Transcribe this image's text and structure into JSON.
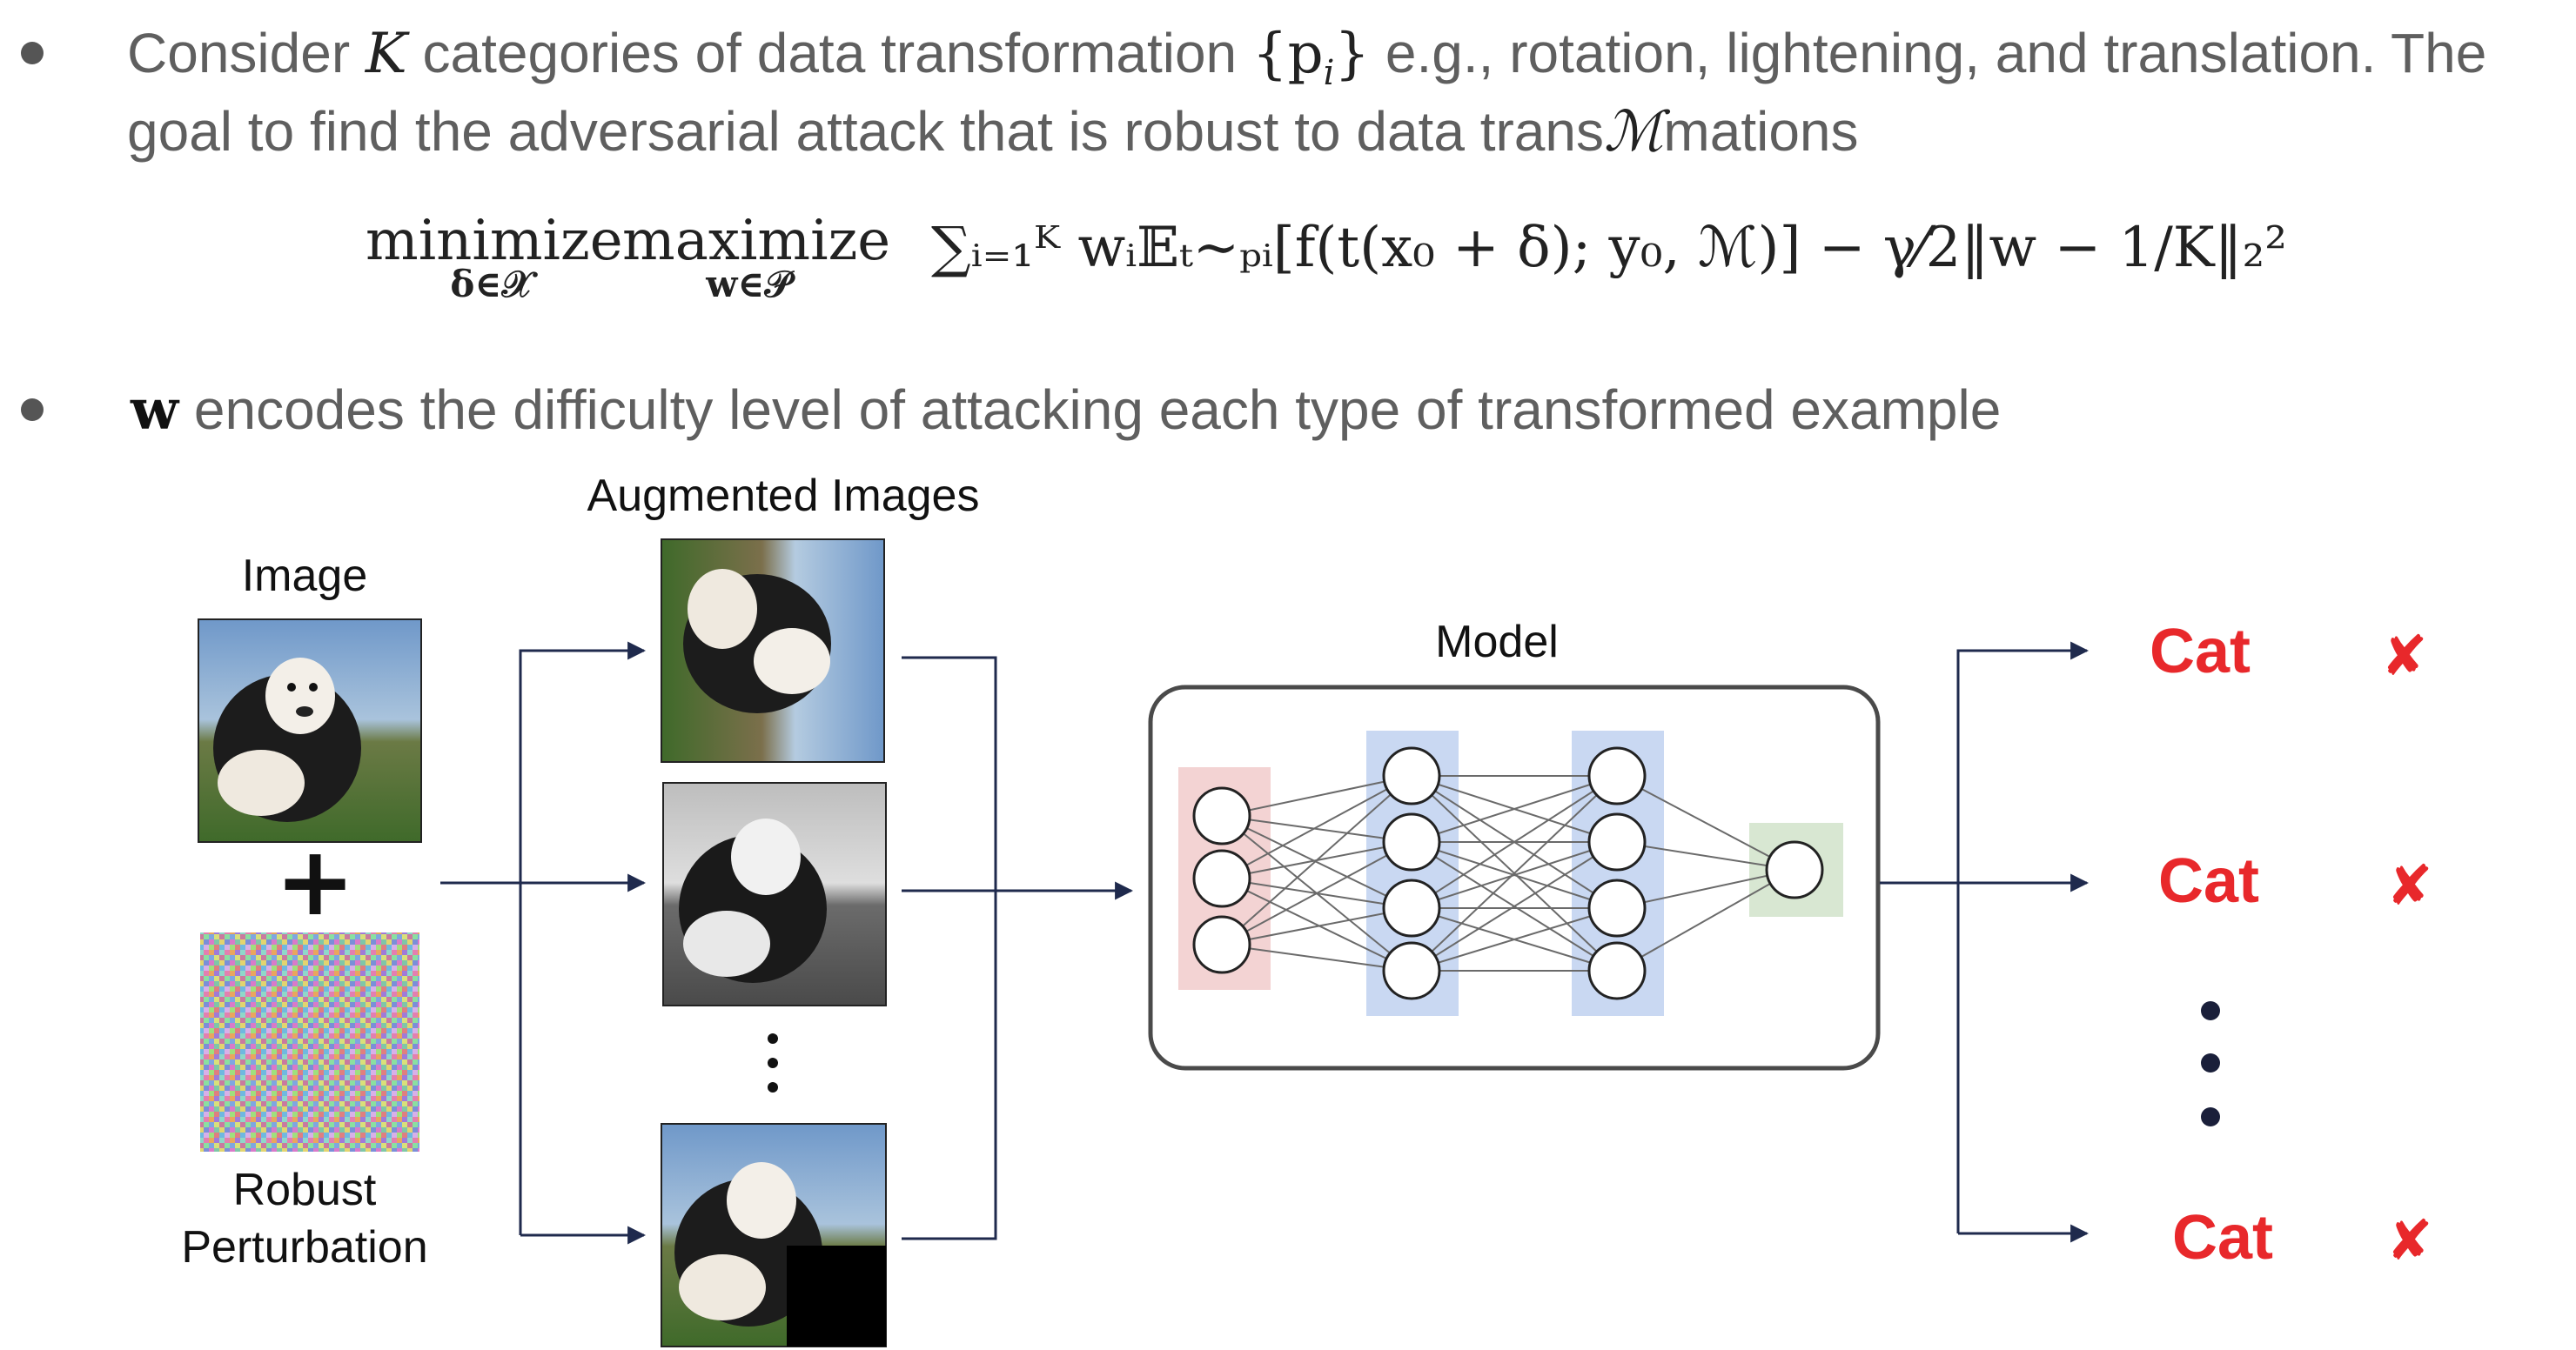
{
  "bullets": [
    {
      "line1_prefix": "Consider ",
      "line1_K": "K",
      "line1_mid": " categories of data transformation ",
      "line1_set": "{p",
      "line1_set_sub": "i",
      "line1_set_close": "}",
      "line1_suffix": "  e.g., rotation, lightening, and translation. The",
      "line2_prefix": "goal to find the adversarial attack that is robust to data trans",
      "line2_M": "ℳ",
      "line2_suffix": "mations"
    },
    {
      "w": "w",
      "text": " encodes the difficulty level of attacking each type of transformed example"
    }
  ],
  "formula": {
    "min_op": "minimize",
    "min_sub": "δ∈𝒳",
    "max_op": "maximize",
    "max_sub": "w∈𝒫",
    "body": "∑ᵢ₌₁ᴷ wᵢ𝔼ₜ∼ₚᵢ[f(t(x₀ + δ); y₀, ℳ)] − γ⁄2‖w − 1/K‖₂²"
  },
  "diagram": {
    "image_label": "Image",
    "plus": "+",
    "perturbation_label_1": "Robust",
    "perturbation_label_2": "Perturbation",
    "augmented_label": "Augmented Images",
    "model_label": "Model",
    "predictions": [
      "Cat",
      "Cat",
      "Cat"
    ],
    "cross": "✘"
  },
  "colors": {
    "arrow": "#1f2a4d",
    "input_layer": "#f3d3d3",
    "hidden_layer": "#c9d8f2",
    "output_layer": "#d8e7d2",
    "prediction": "#e8282b"
  }
}
